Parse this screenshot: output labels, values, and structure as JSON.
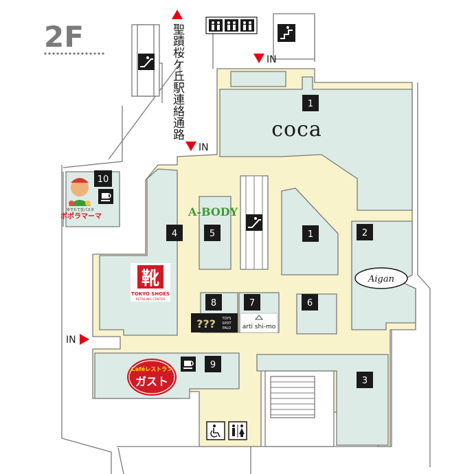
{
  "floor": {
    "label": "2F"
  },
  "station_passage": {
    "label": "聖蹟桜ケ丘駅連絡通路"
  },
  "entrances": {
    "in_label": "IN"
  },
  "stores": {
    "coca": {
      "number": "1",
      "name": "coca"
    },
    "a_body": {
      "name": "A-BODY"
    },
    "n1": {
      "number": "1"
    },
    "n2": {
      "number": "2"
    },
    "aigan": {
      "name": "Aigan"
    },
    "n3": {
      "number": "3"
    },
    "n4": {
      "number": "4"
    },
    "tokyo_shoes": {
      "mark": "靴",
      "line1": "TOKYO SHOES",
      "line2": "RETAILING CENTER"
    },
    "n5": {
      "number": "5"
    },
    "n6": {
      "number": "6"
    },
    "n7": {
      "number": "7"
    },
    "arti_shimo": {
      "name": "arti shi-mo"
    },
    "n8": {
      "number": "8"
    },
    "toys_spot_palo": {
      "mark": "???",
      "line1": "TOYS",
      "line2": "SPOT",
      "line3": "PALO"
    },
    "n9": {
      "number": "9"
    },
    "gusto": {
      "top": "Caféレストラン",
      "name": "ガスト"
    },
    "n10": {
      "number": "10"
    },
    "popolamama": {
      "tag": "ゆでたて生パスタ",
      "name": "ポポラマーマ"
    }
  },
  "icons": [
    "elevator-icon",
    "escalator-icon",
    "stairs-icon",
    "accessible-toilet-icon",
    "restroom-icon",
    "cafe-cup-icon",
    "up-arrow-icon",
    "down-arrow-icon",
    "right-arrow-icon"
  ],
  "colors": {
    "corridor": "#f9f3cc",
    "store": "#dcebe5",
    "outline": "#7a7a7a",
    "marker": "#1a1a1a",
    "arrow": "#e60012",
    "floor_label": "#7b7b7b",
    "a_body": "#3d9a36",
    "gusto": "#cf1b25"
  }
}
